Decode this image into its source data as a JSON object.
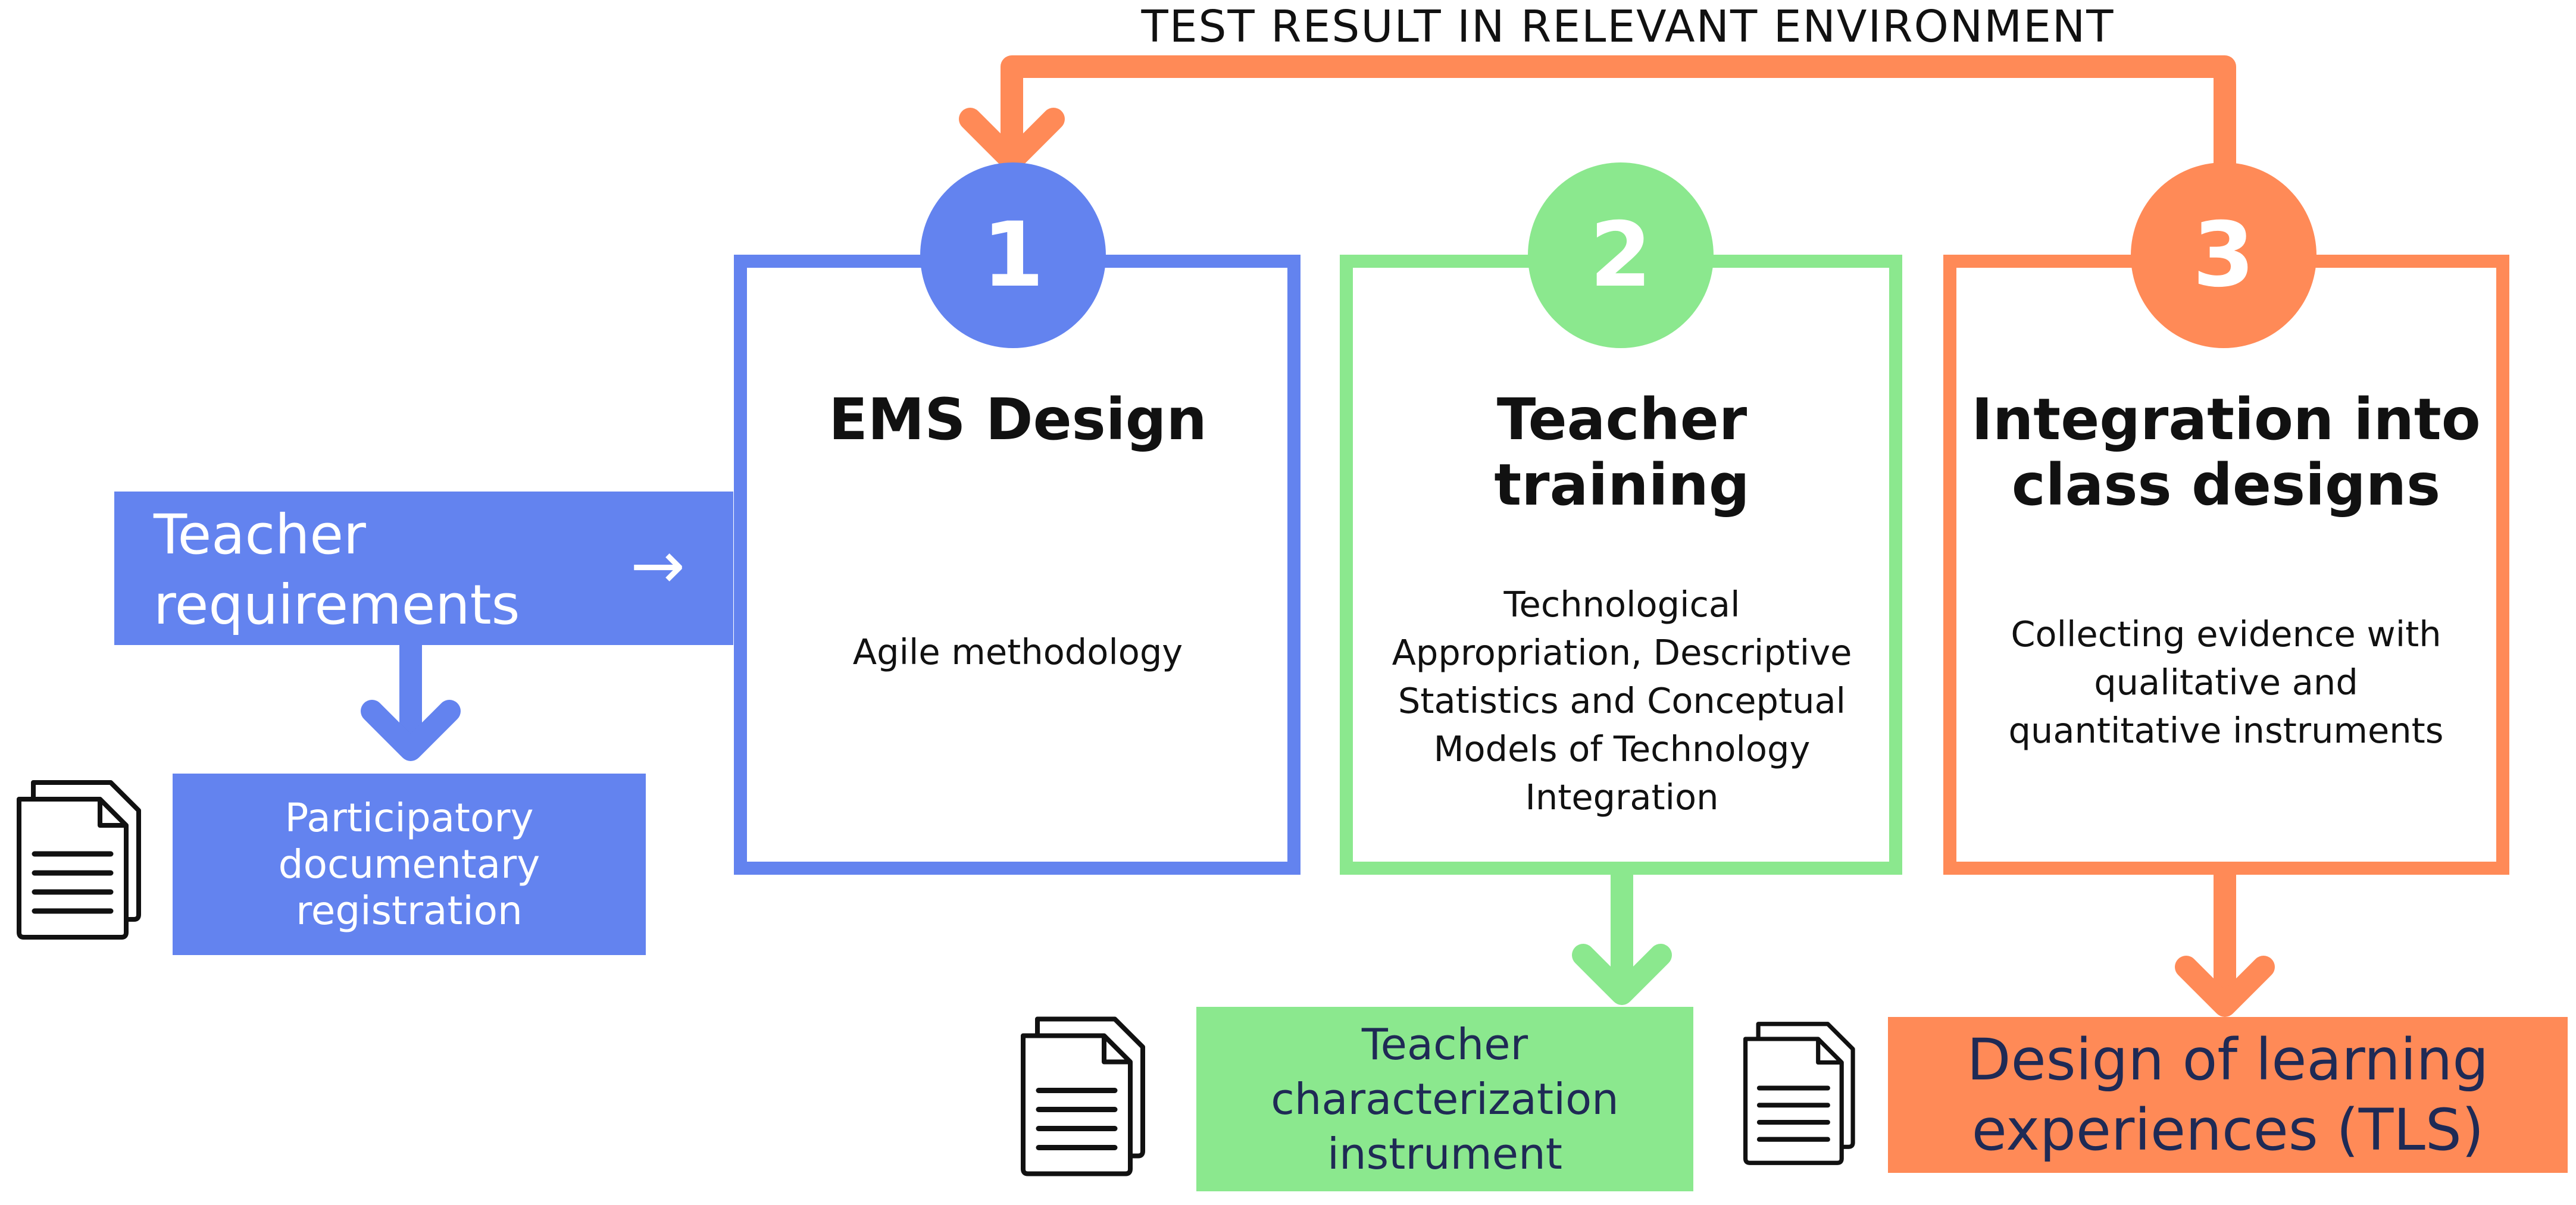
{
  "header": {
    "feedback_label": "TEST RESULT IN RELEVANT ENVIRONMENT"
  },
  "input": {
    "label": "Teacher requirements",
    "arrow_glyph": "→"
  },
  "stages": [
    {
      "number": "1",
      "title": "EMS Design",
      "description": "Agile methodology",
      "color": "#6383EF"
    },
    {
      "number": "2",
      "title": "Teacher training",
      "description": "Technological Appropriation, Descriptive Statistics and Conceptual Models of Technology Integration",
      "color": "#8BE88E"
    },
    {
      "number": "3",
      "title": "Integration into class designs",
      "description": "Collecting evidence with qualitative and quantitative instruments",
      "color": "#FF8A57"
    }
  ],
  "outputs": [
    {
      "label": "Participatory documentary registration",
      "icon": "document-stack-icon"
    },
    {
      "label": "Teacher characterization instrument",
      "icon": "document-stack-icon"
    },
    {
      "label": "Design of learning experiences (TLS)",
      "icon": "document-stack-icon"
    }
  ],
  "colors": {
    "blue": "#6383EF",
    "green": "#8BE88E",
    "orange": "#FF8A57"
  }
}
